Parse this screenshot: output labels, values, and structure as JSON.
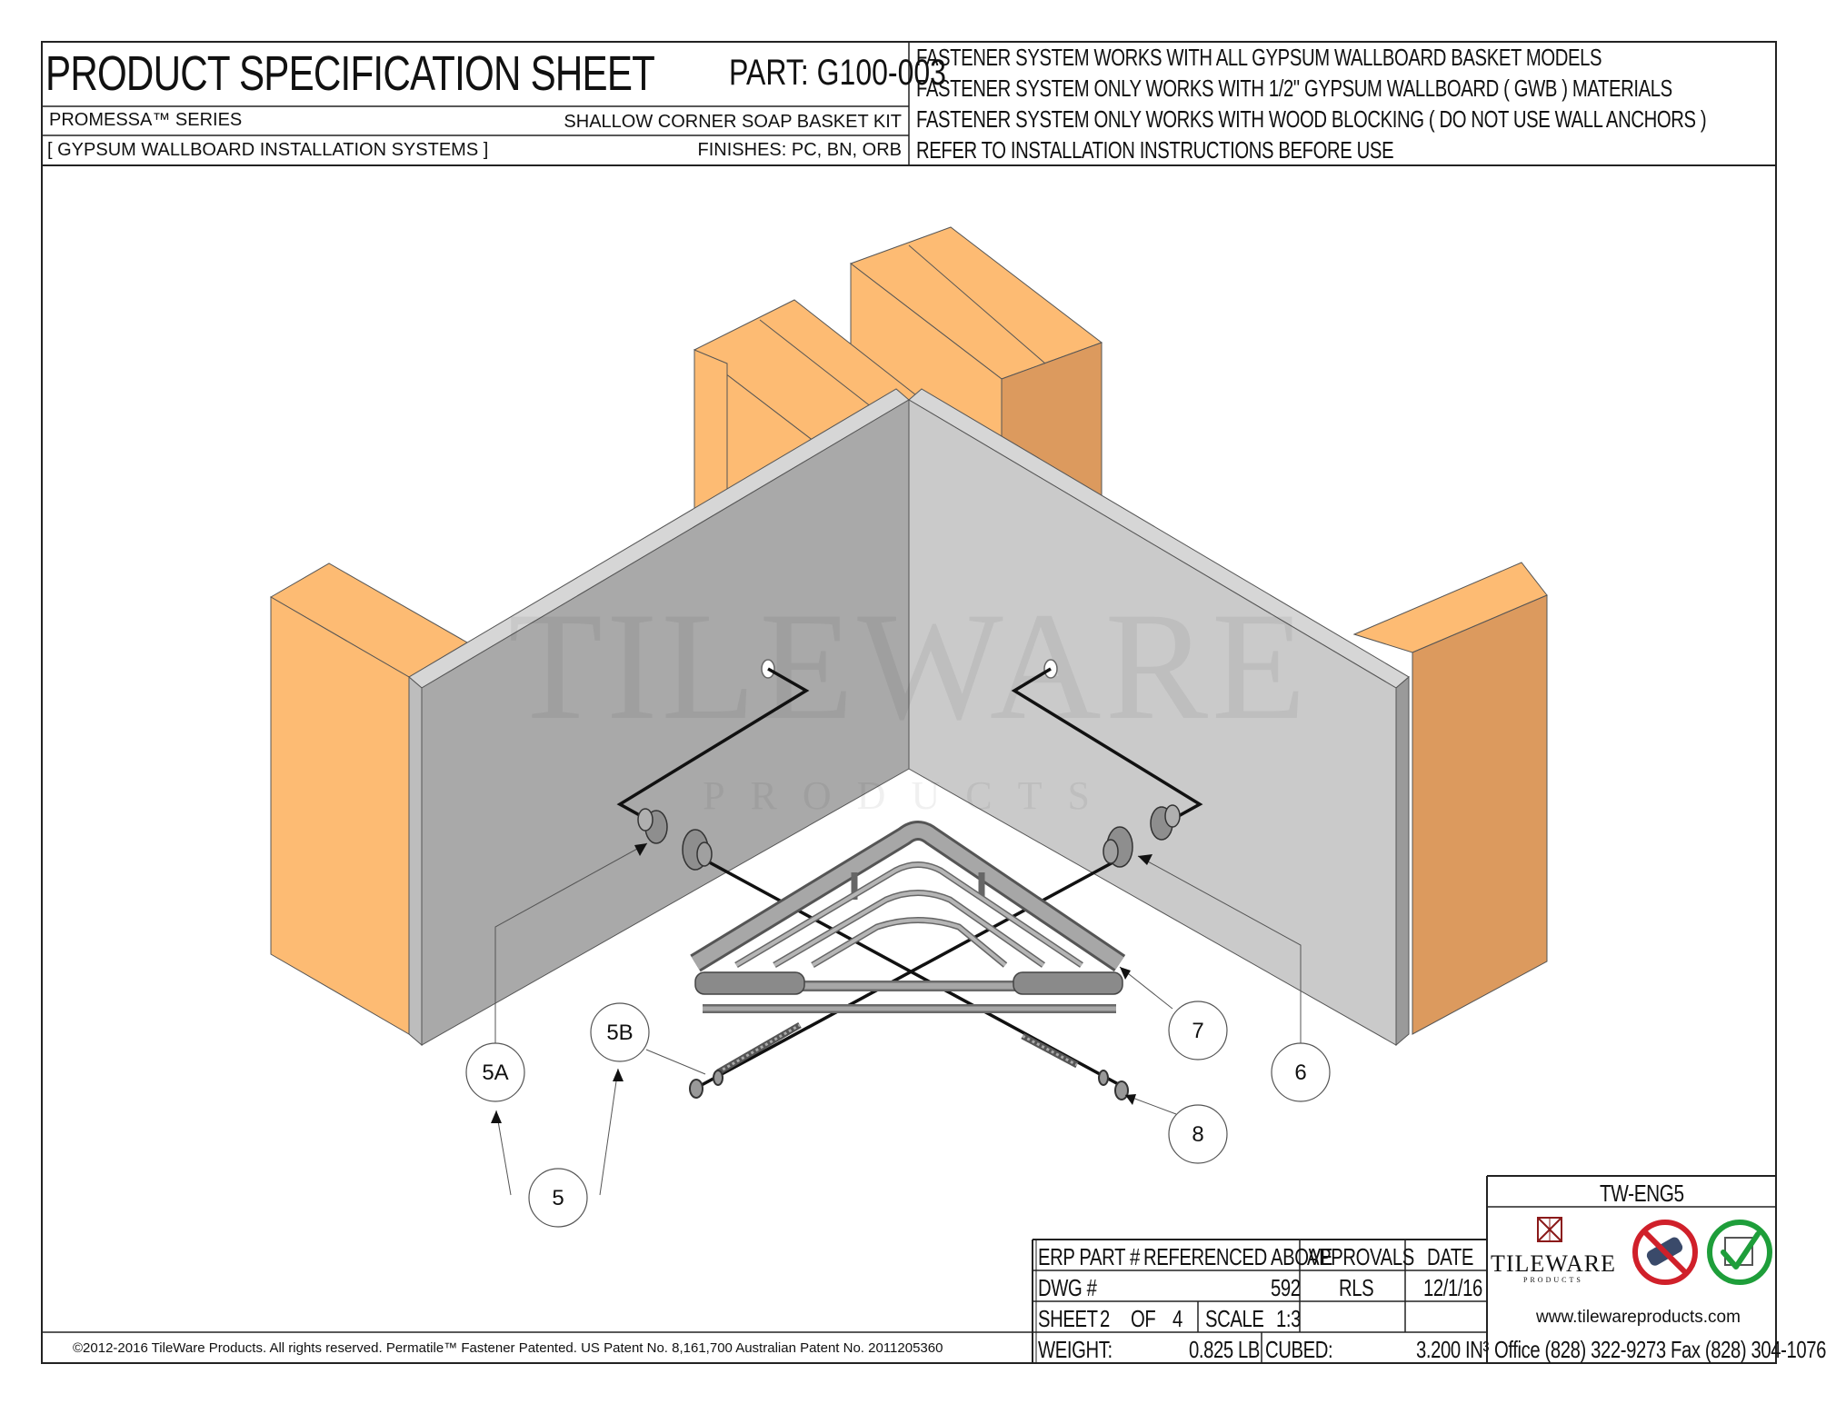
{
  "header": {
    "title": "PRODUCT SPECIFICATION SHEET",
    "part": "PART:  G100-003",
    "series": "PROMESSA™ SERIES",
    "product": "SHALLOW CORNER SOAP BASKET KIT",
    "system": "[ GYPSUM WALLBOARD INSTALLATION SYSTEMS ]",
    "finishes": "FINISHES:  PC, BN, ORB",
    "notes": [
      "FASTENER SYSTEM WORKS WITH ALL GYPSUM WALLBOARD BASKET MODELS",
      "FASTENER SYSTEM ONLY WORKS WITH 1/2\" GYPSUM WALLBOARD ( GWB ) MATERIALS",
      "FASTENER SYSTEM ONLY WORKS WITH WOOD BLOCKING ( DO NOT USE WALL ANCHORS )",
      "REFER TO INSTALLATION INSTRUCTIONS BEFORE USE"
    ]
  },
  "drawing": {
    "watermark_main": "TILEWARE",
    "watermark_sub": "PRODUCTS",
    "callouts": [
      "5A",
      "5B",
      "5",
      "6",
      "7",
      "8"
    ]
  },
  "title_block": {
    "doc_code": "TW-ENG5",
    "erp_label": "ERP PART #",
    "erp_value": "REFERENCED ABOVE",
    "approvals_label": "APPROVALS",
    "date_label": "DATE",
    "dwg_label": "DWG #",
    "dwg_value": "592",
    "approver": "RLS",
    "date": "12/1/16",
    "sheet_label": "SHEET",
    "sheet_num": "2",
    "of_label": "OF",
    "sheet_total": "4",
    "scale_label": "SCALE",
    "scale_value": "1:3",
    "weight_label": "WEIGHT:",
    "weight_value": "0.825  LB",
    "cubed_label": "CUBED:",
    "cubed_value": "3.200  IN³",
    "logo_name": "TILEWARE",
    "logo_sub": "PRODUCTS",
    "website": "www.tilewareproducts.com",
    "phones": "Office (828) 322-9273  Fax (828) 304-1076"
  },
  "footer": {
    "copyright": "©2012-2016 TileWare Products. All rights reserved. Permatile™ Fastener Patented. US Patent No. 8,161,700 Australian Patent No. 2011205360"
  },
  "colors": {
    "wood_light": "#FDBB73",
    "wood_dark": "#DC9A5E",
    "wall_left": "#A9A9A9",
    "wall_right": "#CACACA",
    "wall_edge": "#D4D4D4",
    "prohibit_red": "#D0202A",
    "approve_green": "#1E9E3A"
  }
}
